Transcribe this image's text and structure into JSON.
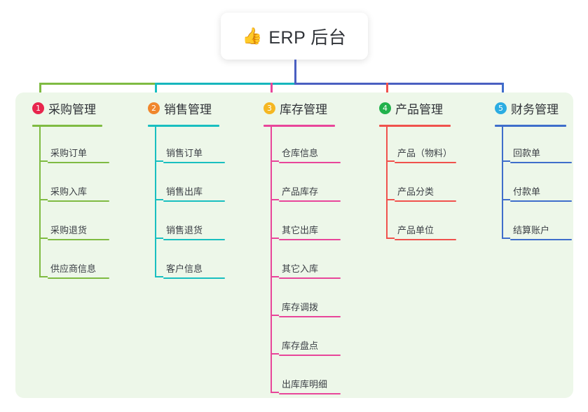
{
  "page": {
    "background": "#ffffff",
    "panel_color": "#edf7e9"
  },
  "root": {
    "icon": "thumbs-up-icon",
    "emoji": "👍",
    "title": "ERP 后台",
    "stem_color": "#4a5fc1"
  },
  "trunk": {
    "segments": [
      {
        "name": "segment-green",
        "color": "#7fbb42"
      },
      {
        "name": "segment-teal",
        "color": "#17b6bd"
      },
      {
        "name": "segment-blue",
        "color": "#4a5fc1"
      }
    ]
  },
  "columns": [
    {
      "index": "1",
      "title": "采购管理",
      "badge_color": "#e8264d",
      "line_color": "#7fbb42",
      "drop_color": "#7fbb42",
      "items": [
        {
          "label": "采购订单"
        },
        {
          "label": "采购入库"
        },
        {
          "label": "采购退货"
        },
        {
          "label": "供应商信息"
        }
      ]
    },
    {
      "index": "2",
      "title": "销售管理",
      "badge_color": "#f0862c",
      "line_color": "#19bfc0",
      "drop_color": "#19bfc0",
      "items": [
        {
          "label": "销售订单"
        },
        {
          "label": "销售出库"
        },
        {
          "label": "销售退货"
        },
        {
          "label": "客户信息"
        }
      ]
    },
    {
      "index": "3",
      "title": "库存管理",
      "badge_color": "#f5b722",
      "line_color": "#e8469a",
      "drop_color": "#e8469a",
      "items": [
        {
          "label": "仓库信息"
        },
        {
          "label": "产品库存"
        },
        {
          "label": "其它出库"
        },
        {
          "label": "其它入库"
        },
        {
          "label": "库存调拨"
        },
        {
          "label": "库存盘点"
        },
        {
          "label": "出库库明细"
        }
      ]
    },
    {
      "index": "4",
      "title": "产品管理",
      "badge_color": "#22b24c",
      "line_color": "#f0524d",
      "drop_color": "#f0524d",
      "items": [
        {
          "label": "产品（物料）"
        },
        {
          "label": "产品分类"
        },
        {
          "label": "产品单位"
        }
      ]
    },
    {
      "index": "5",
      "title": "财务管理",
      "badge_color": "#2bace2",
      "line_color": "#3f6ecb",
      "drop_color": "#3f6ecb",
      "items": [
        {
          "label": "回款单"
        },
        {
          "label": "付款单"
        },
        {
          "label": "结算账户"
        }
      ]
    }
  ]
}
